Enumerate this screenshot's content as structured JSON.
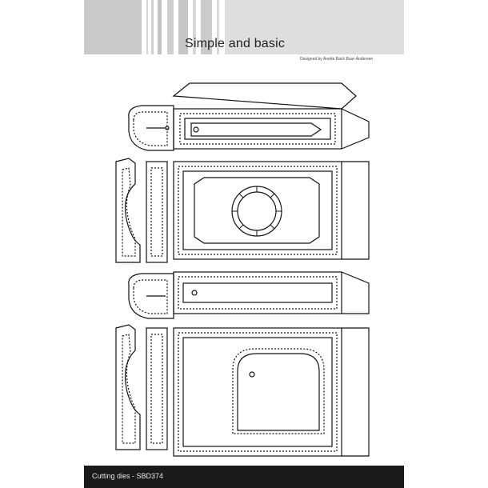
{
  "header": {
    "brand_title": "Simple and basic",
    "designer_credit": "Designed by Anette Bach Buur-Andersen"
  },
  "footer": {
    "product_label": "Cutting dies - SBD374"
  },
  "colors": {
    "stripe_gray": "#c8c8c8",
    "stripe_light": "#e2e2e2",
    "line": "#111111",
    "footer_bg": "#1a1a1a"
  }
}
